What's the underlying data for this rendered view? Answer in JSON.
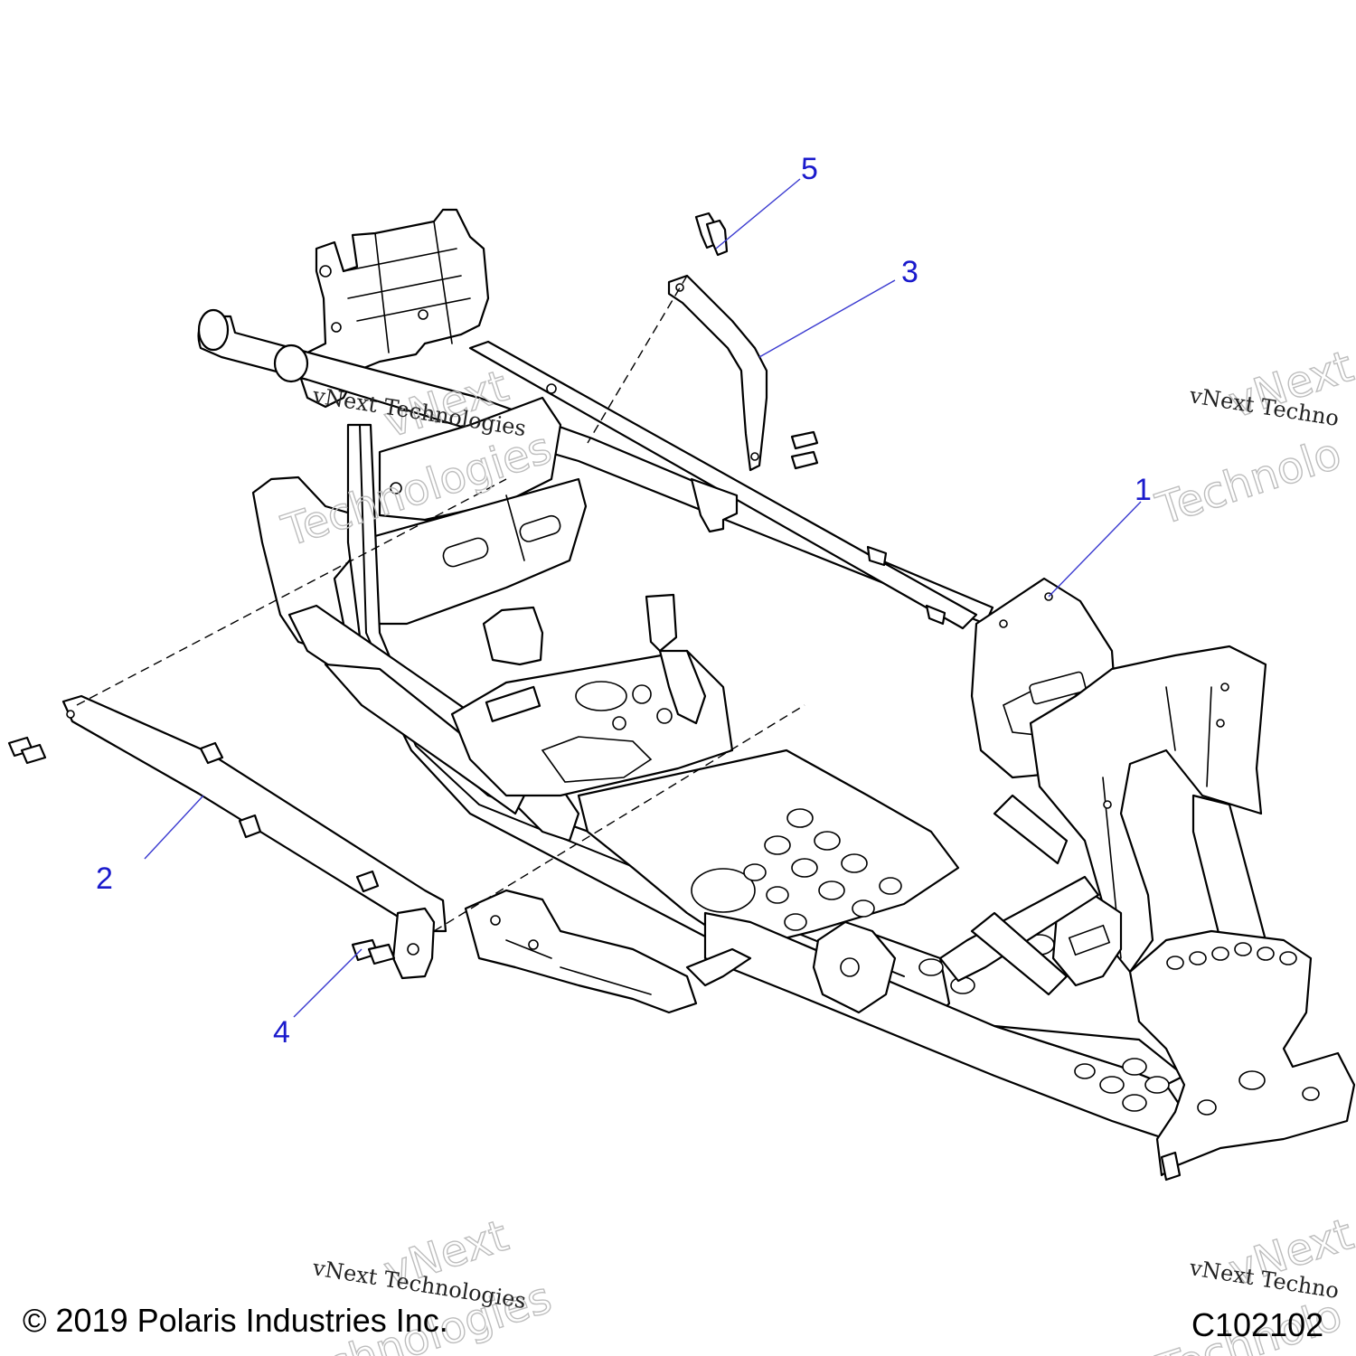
{
  "callouts": [
    {
      "number": "1"
    },
    {
      "number": "2"
    },
    {
      "number": "3"
    },
    {
      "number": "4"
    },
    {
      "number": "5"
    }
  ],
  "watermark": {
    "brand_line": "vNext Technologies",
    "outline_word_1": "vNext",
    "outline_word_2": "Technologies",
    "outline_word_2_cut": "Technolo",
    "brand_line_cut": "vNext Techno"
  },
  "footer": {
    "copyright": "© 2019 Polaris Industries Inc.",
    "diagram_code": "C102102"
  },
  "colors": {
    "callout_text": "#1a1acc",
    "leader_line": "#3a3ad0",
    "line_art": "#000000",
    "watermark_outline": "#bdbdbd"
  }
}
